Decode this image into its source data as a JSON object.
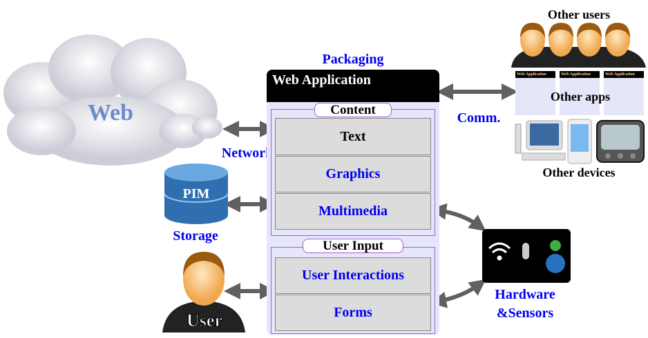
{
  "web": {
    "label": "Web"
  },
  "labels": {
    "packaging": "Packaging",
    "network": "Network",
    "storage": "Storage",
    "comm": "Comm.",
    "hardware_line1": "Hardware",
    "hardware_line2": "&Sensors"
  },
  "storage": {
    "label": "PIM"
  },
  "user": {
    "label": "User"
  },
  "webapp": {
    "title": "Web Application",
    "content": {
      "tag": "Content",
      "items": [
        "Text",
        "Graphics",
        "Multimedia"
      ]
    },
    "user_input": {
      "tag": "User Input",
      "items": [
        "User Interactions",
        "Forms"
      ]
    }
  },
  "others": {
    "users": "Other users",
    "apps": "Other apps",
    "app_title": "Web Application",
    "devices": "Other devices"
  },
  "colors": {
    "accent": "#0000ee",
    "group_border": "#a060d0",
    "app_body": "#e6e6fa",
    "arrow": "#606060"
  }
}
